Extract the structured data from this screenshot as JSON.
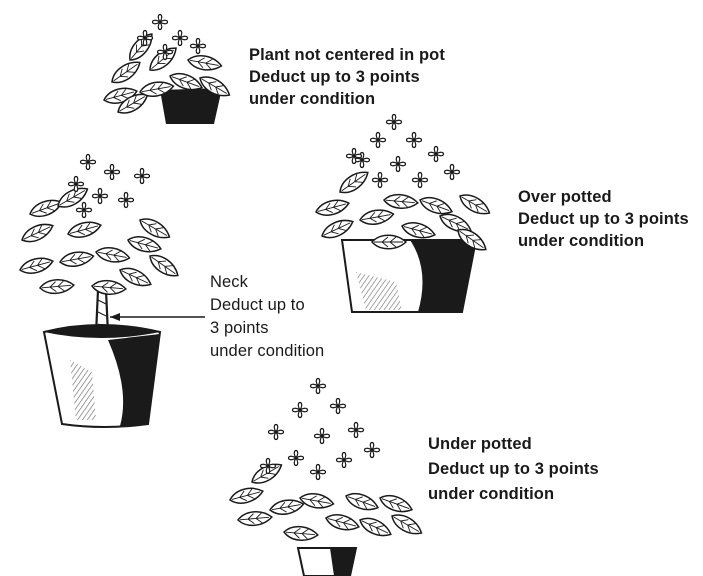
{
  "colors": {
    "ink": "#1a1a1a",
    "paper": "#ffffff"
  },
  "captions": {
    "not_centered": [
      "Plant not centered in pot",
      "Deduct up to 3 points",
      "under condition"
    ],
    "over_potted": [
      "Over potted",
      "Deduct up to 3 points",
      "under condition"
    ],
    "neck": [
      "Neck",
      "Deduct up to",
      "3 points",
      "under condition"
    ],
    "under_potted": [
      "Under potted",
      "Deduct up to 3 points",
      "under condition"
    ]
  }
}
